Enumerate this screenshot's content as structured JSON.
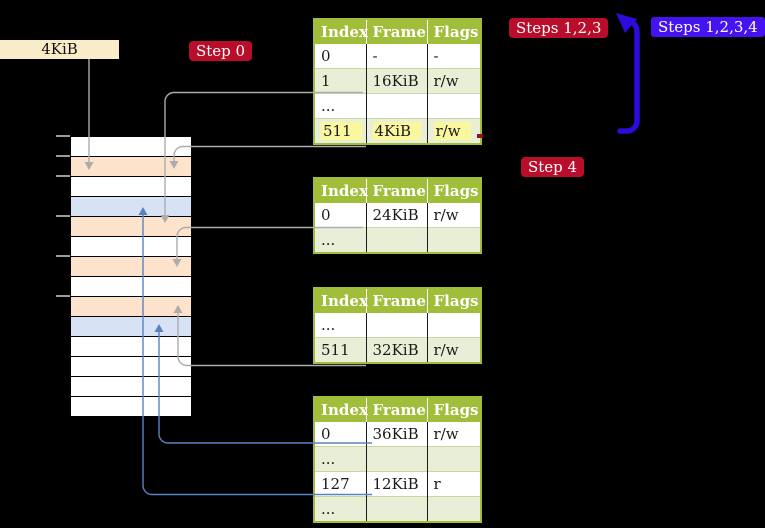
{
  "labels": {
    "frame_size_label": "4KiB",
    "step0": "Step 0",
    "steps_123": "Steps 1,2,3",
    "steps_1234": "Steps 1,2,3,4",
    "step4": "Step 4"
  },
  "colors": {
    "crimson_badge": "#B80D2B",
    "blue_badge": "#4513F0",
    "cream_label": "#F8ECC9",
    "table_header_green": "#A0BE3A",
    "table_shaded_row_green": "#E9EFD6",
    "highlight_yellow": "#FBF79E",
    "memory_frame_peach": "#FDE3CB",
    "memory_frame_blue": "#D7E3F4",
    "connector_gray": "#ACACAC",
    "connector_steel_blue": "#5B82C0",
    "big_arrow_blue": "#2C0BDB"
  },
  "page_tables": [
    {
      "headers": [
        "Index",
        "Frame",
        "Flags"
      ],
      "rows": [
        {
          "cells": [
            "0",
            "-",
            "-"
          ],
          "shaded": false,
          "highlighted": false
        },
        {
          "cells": [
            "1",
            "16KiB",
            "r/w"
          ],
          "shaded": true,
          "highlighted": false
        },
        {
          "cells": [
            "...",
            "",
            ""
          ],
          "shaded": false,
          "highlighted": false
        },
        {
          "cells": [
            "511",
            "4KiB",
            "r/w"
          ],
          "shaded": true,
          "highlighted": true
        }
      ]
    },
    {
      "headers": [
        "Index",
        "Frame",
        "Flags"
      ],
      "rows": [
        {
          "cells": [
            "0",
            "24KiB",
            "r/w"
          ],
          "shaded": false,
          "highlighted": false
        },
        {
          "cells": [
            "...",
            "",
            ""
          ],
          "shaded": true,
          "highlighted": false
        }
      ]
    },
    {
      "headers": [
        "Index",
        "Frame",
        "Flags"
      ],
      "rows": [
        {
          "cells": [
            "...",
            "",
            ""
          ],
          "shaded": false,
          "highlighted": false
        },
        {
          "cells": [
            "511",
            "32KiB",
            "r/w"
          ],
          "shaded": true,
          "highlighted": false
        }
      ]
    },
    {
      "headers": [
        "Index",
        "Frame",
        "Flags"
      ],
      "rows": [
        {
          "cells": [
            "0",
            "36KiB",
            "r/w"
          ],
          "shaded": false,
          "highlighted": false
        },
        {
          "cells": [
            "...",
            "",
            ""
          ],
          "shaded": true,
          "highlighted": false
        },
        {
          "cells": [
            "127",
            "12KiB",
            "r"
          ],
          "shaded": false,
          "highlighted": false
        },
        {
          "cells": [
            "...",
            "",
            ""
          ],
          "shaded": true,
          "highlighted": false
        }
      ]
    }
  ],
  "memory_strip": {
    "rows": [
      {
        "color": "white"
      },
      {
        "color": "peach"
      },
      {
        "color": "white"
      },
      {
        "color": "blue"
      },
      {
        "color": "peach"
      },
      {
        "color": "white"
      },
      {
        "color": "peach"
      },
      {
        "color": "white"
      },
      {
        "color": "peach"
      },
      {
        "color": "blue"
      },
      {
        "color": "white"
      },
      {
        "color": "white"
      },
      {
        "color": "white"
      },
      {
        "color": "white"
      }
    ]
  }
}
